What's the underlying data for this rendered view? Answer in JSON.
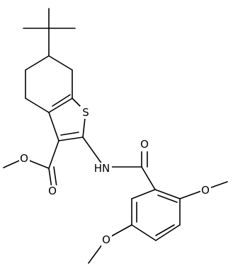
{
  "molecule": {
    "labels": {
      "sulfur": "S",
      "amide_nitrogen": "HN",
      "ester_carbonyl_oxygen": "O",
      "ester_ether_oxygen": "O",
      "amide_carbonyl_oxygen": "O",
      "methoxy_oxygen_upper": "O",
      "methoxy_oxygen_lower": "O"
    }
  }
}
